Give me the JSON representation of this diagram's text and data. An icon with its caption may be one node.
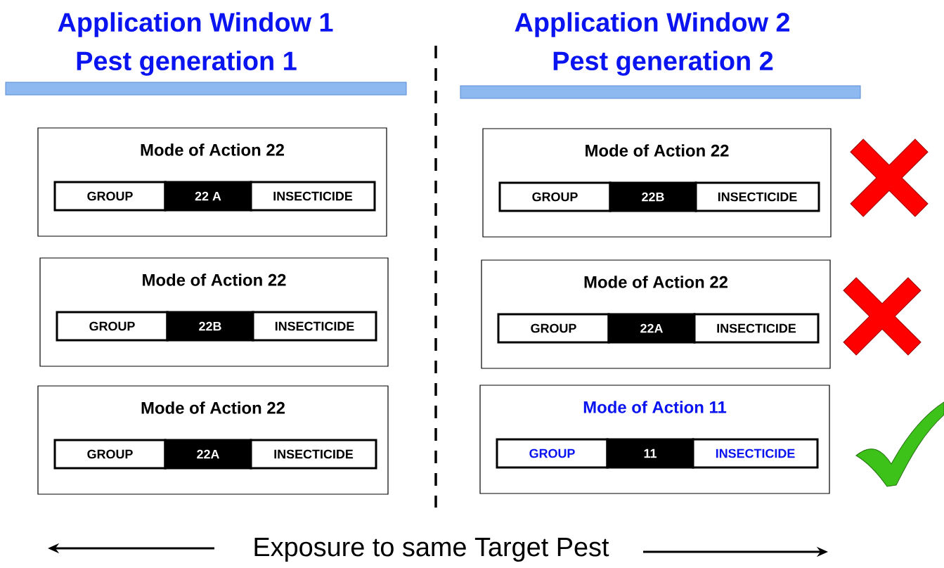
{
  "diagram": {
    "nodes": [
      {
        "text": [
          "Mode of Action 22",
          "GROUP",
          "22 A",
          "INSECTICIDE"
        ]
      },
      {
        "text": [
          "Mode of Action 22",
          "GROUP",
          "22B",
          "INSECTICIDE"
        ]
      },
      {
        "text": [
          "Mode of Action 22",
          "GROUP",
          "22A",
          "INSECTICIDE"
        ]
      },
      {
        "text": [
          "Mode of Action 22",
          "GROUP",
          "22B",
          "INSECTICIDE"
        ]
      },
      {
        "text": [
          "Mode of Action 22",
          "GROUP",
          "22A",
          "INSECTICIDE"
        ]
      },
      {
        "text": [
          "Mode of Action 11",
          "GROUP",
          "11",
          "INSECTICIDE"
        ]
      }
    ],
    "labels": [
      "Application Window 1",
      "Pest generation 1",
      "Application Window 2",
      "Pest generation 2",
      "Exposure to same Target Pest"
    ]
  }
}
